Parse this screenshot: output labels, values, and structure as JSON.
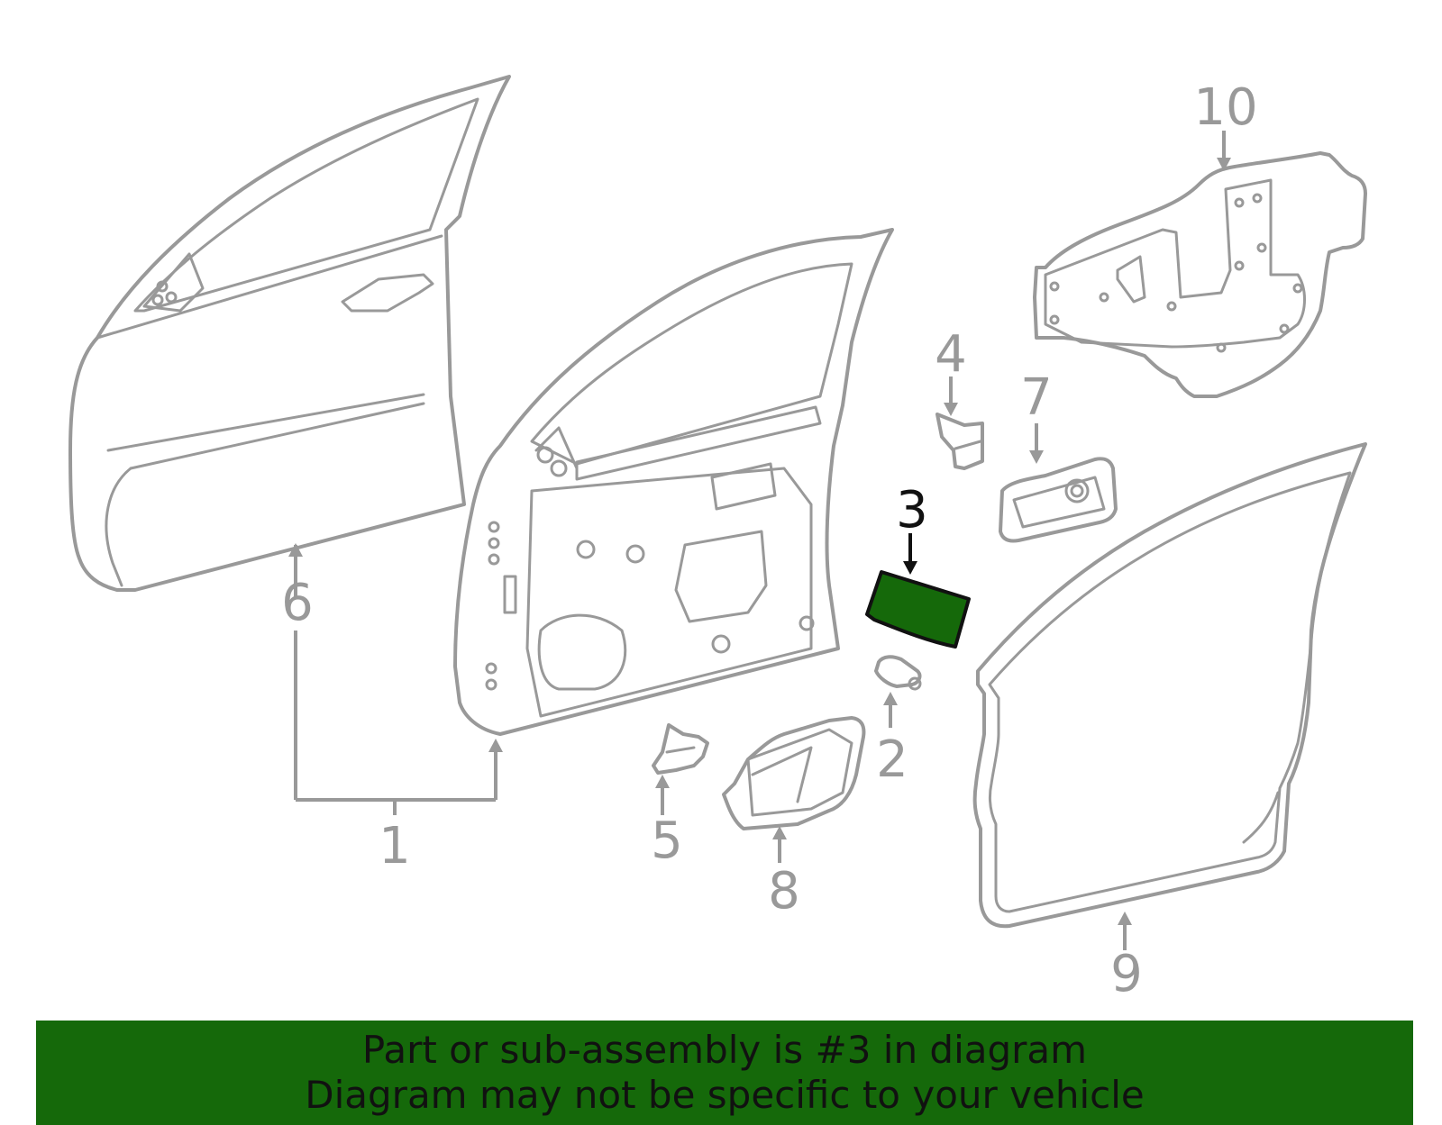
{
  "diagram": {
    "callouts": {
      "c1": "1",
      "c2": "2",
      "c3": "3",
      "c4": "4",
      "c5": "5",
      "c6": "6",
      "c7": "7",
      "c8": "8",
      "c9": "9",
      "c10": "10"
    },
    "highlighted_part": "3",
    "colors": {
      "outline": "#999999",
      "highlight_fill": "#15690a",
      "highlight_text": "#111111",
      "banner_bg": "#15690a"
    }
  },
  "banner": {
    "line1": "Part or sub-assembly is #3 in diagram",
    "line2": "Diagram may not be specific to your vehicle"
  }
}
